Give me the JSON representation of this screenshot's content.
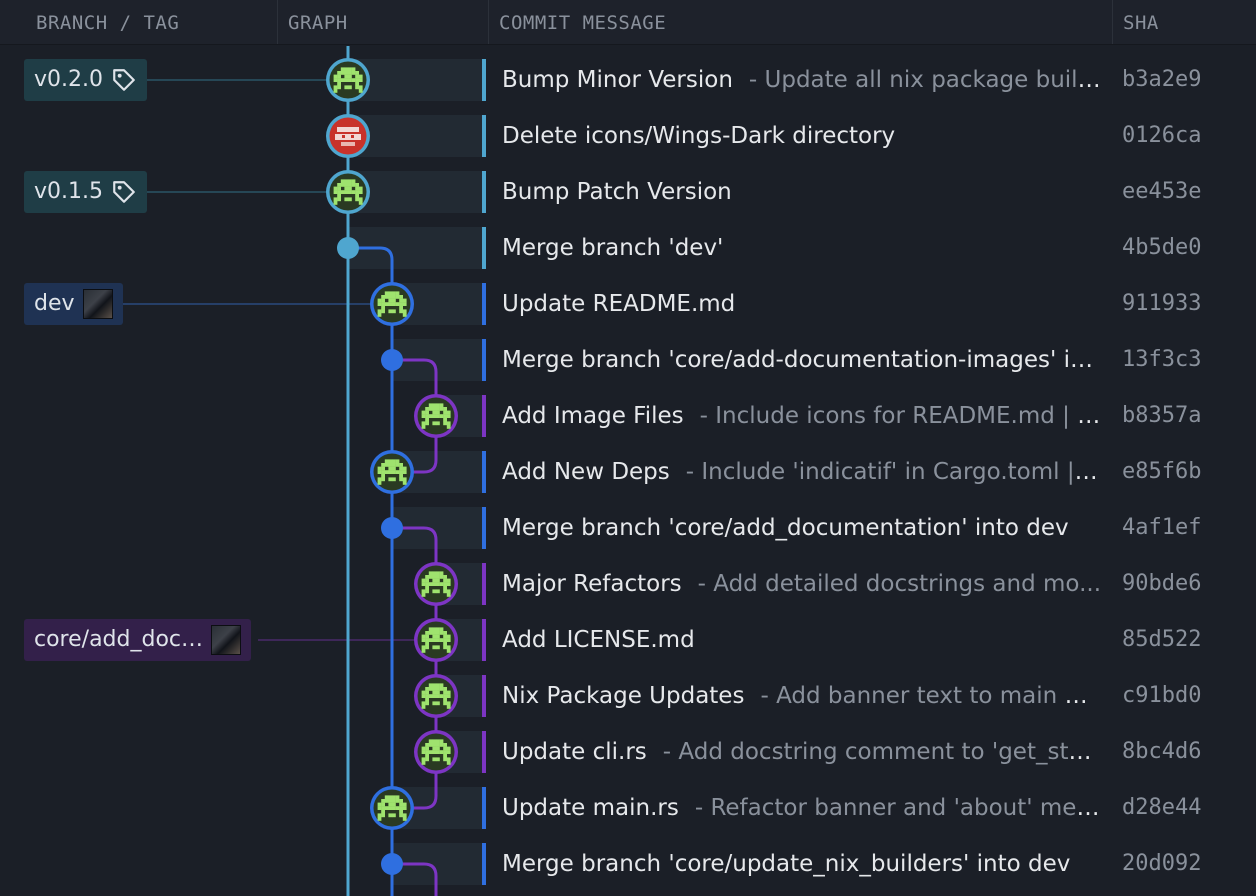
{
  "columns": {
    "branch_tag": "BRANCH / TAG",
    "graph": "GRAPH",
    "message": "COMMIT MESSAGE",
    "sha": "SHA"
  },
  "colors": {
    "lane_main": "#4fa6cf",
    "lane_dev": "#2f6fe0",
    "lane_feature": "#7d35c4",
    "avatar_green": "#9fe36e",
    "avatar_red": "#c8322a"
  },
  "labels": [
    {
      "text": "v0.2.0",
      "kind": "tag",
      "row": 0
    },
    {
      "text": "v0.1.5",
      "kind": "tag",
      "row": 2
    },
    {
      "text": "dev",
      "kind": "branch",
      "row": 4
    },
    {
      "text": "core/add_doc…",
      "kind": "branch",
      "row": 10
    }
  ],
  "commits": [
    {
      "summary": "Bump Minor Version",
      "description": "- Update all nix package build...",
      "sha": "b3a2e9",
      "lane": 0,
      "avatar": "green"
    },
    {
      "summary": "Delete icons/Wings-Dark directory",
      "description": "",
      "sha": "0126ca",
      "lane": 0,
      "avatar": "red"
    },
    {
      "summary": "Bump Patch Version",
      "description": "",
      "sha": "ee453e",
      "lane": 0,
      "avatar": "green"
    },
    {
      "summary": "Merge branch 'dev'",
      "description": "",
      "sha": "4b5de0",
      "lane": 0,
      "avatar": "merge"
    },
    {
      "summary": "Update README.md",
      "description": "",
      "sha": "911933",
      "lane": 1,
      "avatar": "green"
    },
    {
      "summary": "Merge branch 'core/add-documentation-images' in...",
      "description": "",
      "sha": "13f3c3",
      "lane": 1,
      "avatar": "merge"
    },
    {
      "summary": "Add Image Files",
      "description": "- Include icons for README.md | -...",
      "sha": "b8357a",
      "lane": 2,
      "avatar": "green"
    },
    {
      "summary": "Add New Deps",
      "description": "- Include 'indicatif' in Cargo.toml | -...",
      "sha": "e85f6b",
      "lane": 1,
      "avatar": "green"
    },
    {
      "summary": "Merge branch 'core/add_documentation' into dev",
      "description": "",
      "sha": "4af1ef",
      "lane": 1,
      "avatar": "merge"
    },
    {
      "summary": "Major Refactors",
      "description": "- Add detailed docstrings and mo...",
      "sha": "90bde6",
      "lane": 2,
      "avatar": "green"
    },
    {
      "summary": "Add LICENSE.md",
      "description": "",
      "sha": "85d522",
      "lane": 2,
      "avatar": "green"
    },
    {
      "summary": "Nix Package Updates",
      "description": "- Add banner text to main pa...",
      "sha": "c91bd0",
      "lane": 2,
      "avatar": "green"
    },
    {
      "summary": "Update cli.rs",
      "description": "- Add docstring comment to 'get_styl...",
      "sha": "8bc4d6",
      "lane": 2,
      "avatar": "green"
    },
    {
      "summary": "Update main.rs",
      "description": "- Refactor banner and 'about' mes...",
      "sha": "d28e44",
      "lane": 1,
      "avatar": "green"
    },
    {
      "summary": "Merge branch 'core/update_nix_builders' into dev",
      "description": "",
      "sha": "20d092",
      "lane": 1,
      "avatar": "merge"
    }
  ]
}
